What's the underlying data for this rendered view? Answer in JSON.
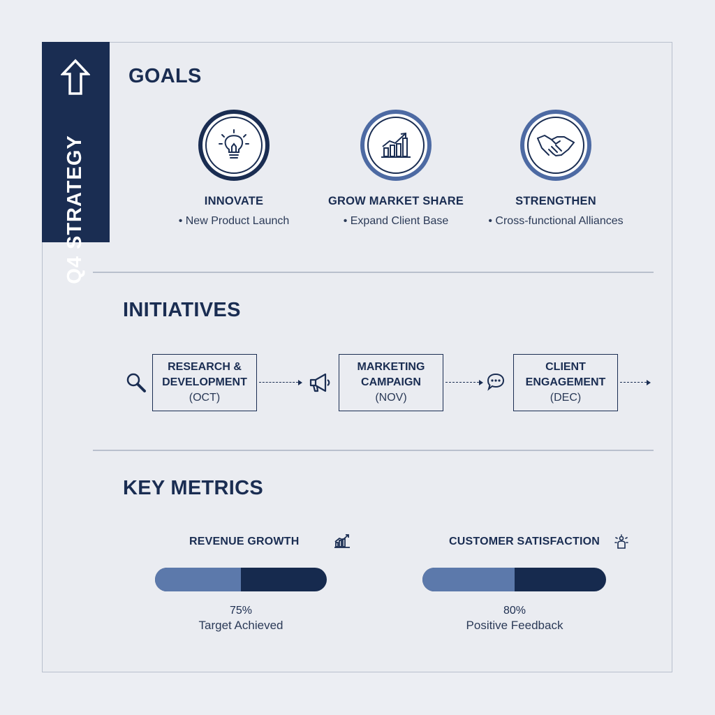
{
  "banner": {
    "title": "Q4 STRATEGY",
    "icon": "up-arrow-icon"
  },
  "goals": {
    "heading": "GOALS",
    "items": [
      {
        "title": "INNOVATE",
        "sub": "• New Product Launch",
        "icon": "lightbulb-icon"
      },
      {
        "title": "GROW MARKET SHARE",
        "sub": "• Expand Client Base",
        "icon": "growth-chart-icon"
      },
      {
        "title": "STRENGTHEN",
        "sub": "• Cross-functional Alliances",
        "icon": "handshake-icon"
      }
    ]
  },
  "initiatives": {
    "heading": "INITIATIVES",
    "items": [
      {
        "line1": "RESEARCH &",
        "line2": "DEVELOPMENT",
        "month": "(OCT)",
        "icon": "magnifier-icon"
      },
      {
        "line1": "MARKETING",
        "line2": "CAMPAIGN",
        "month": "(NOV)",
        "icon": "megaphone-icon"
      },
      {
        "line1": "CLIENT",
        "line2": "ENGAGEMENT",
        "month": "(DEC)",
        "icon": "chat-bubble-icon"
      }
    ]
  },
  "metrics": {
    "heading": "KEY METRICS",
    "items": [
      {
        "label": "REVENUE GROWTH",
        "value": "75%",
        "caption": "Target Achieved",
        "progress": 0.5,
        "icon": "bar-chart-icon"
      },
      {
        "label": "CUSTOMER SATISFACTION",
        "value": "80%",
        "caption": "Positive Feedback",
        "progress": 0.5,
        "icon": "person-feedback-icon"
      }
    ]
  },
  "colors": {
    "navy": "#1a2d52",
    "accent": "#5c79ab",
    "background": "#eceef3"
  }
}
